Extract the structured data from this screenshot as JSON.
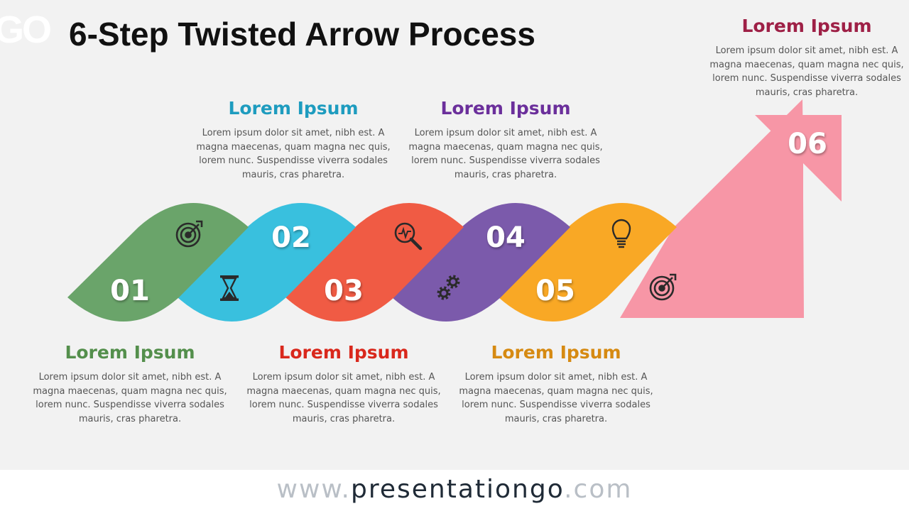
{
  "header": {
    "logo_fragment": "GO",
    "title": "6-Step Twisted Arrow Process"
  },
  "steps": [
    {
      "number": "01",
      "heading": "Lorem Ipsum",
      "text": "Lorem ipsum dolor sit amet, nibh est. A magna maecenas, quam magna nec quis, lorem nunc. Suspendisse viverra sodales mauris, cras pharetra.",
      "color": "#6aa46a",
      "heading_color": "#548f4c",
      "icon": "hourglass-icon"
    },
    {
      "number": "02",
      "heading": "Lorem Ipsum",
      "text": "Lorem ipsum dolor sit amet, nibh est. A magna maecenas, quam magna nec quis, lorem nunc. Suspendisse viverra sodales mauris, cras pharetra.",
      "color": "#39c0de",
      "heading_color": "#1e9cbf",
      "icon": "target-icon"
    },
    {
      "number": "03",
      "heading": "Lorem Ipsum",
      "text": "Lorem ipsum dolor sit amet, nibh est. A magna maecenas, quam magna nec quis, lorem nunc. Suspendisse viverra sodales mauris, cras pharetra.",
      "color": "#f05b44",
      "heading_color": "#d9281c",
      "icon": "gears-icon"
    },
    {
      "number": "04",
      "heading": "Lorem Ipsum",
      "text": "Lorem ipsum dolor sit amet, nibh est. A magna maecenas, quam magna nec quis, lorem nunc. Suspendisse viverra sodales mauris, cras pharetra.",
      "color": "#7b5aab",
      "heading_color": "#6b2f9b",
      "icon": "magnifier-pulse-icon"
    },
    {
      "number": "05",
      "heading": "Lorem Ipsum",
      "text": "Lorem ipsum dolor sit amet, nibh est. A magna maecenas, quam magna nec quis, lorem nunc. Suspendisse viverra sodales mauris, cras pharetra.",
      "color": "#f9a825",
      "heading_color": "#d68a12",
      "icon": "target-icon"
    },
    {
      "number": "06",
      "heading": "Lorem Ipsum",
      "text": "Lorem ipsum dolor sit amet, nibh est. A magna maecenas, quam magna nec quis, lorem nunc. Suspendisse viverra sodales mauris, cras pharetra.",
      "color": "#f796a6",
      "heading_color": "#9e2046",
      "icon": "lightbulb-icon"
    }
  ],
  "footer": {
    "prefix": "www.",
    "brand": "presentationgo",
    "suffix": ".com"
  }
}
